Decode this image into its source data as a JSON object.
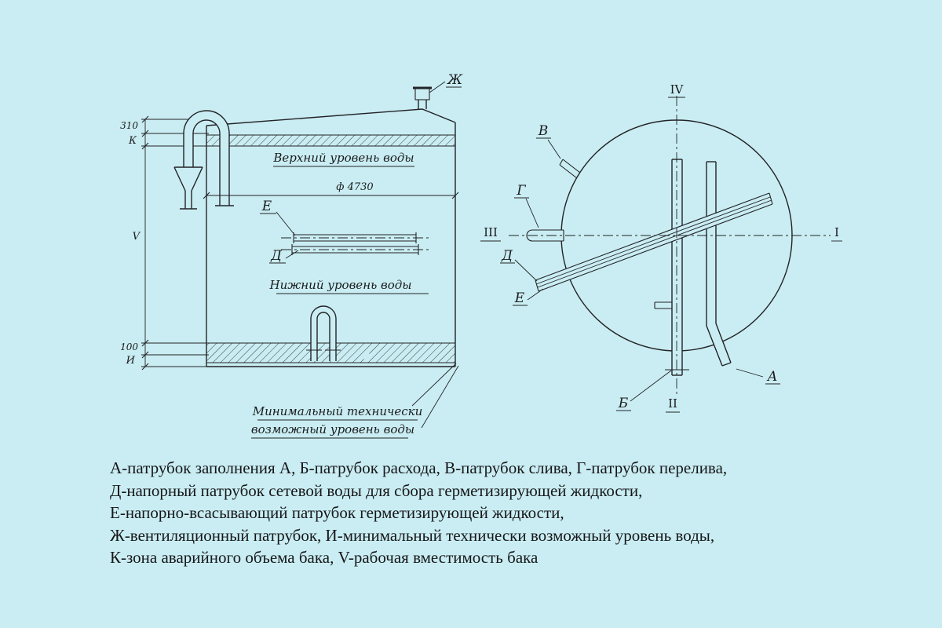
{
  "page": {
    "background": "#c9edf2",
    "ink": "#1f1f22"
  },
  "elevation_view": {
    "vent_label": "Ж",
    "dim_top": "310",
    "zone_label": "К",
    "volume_label": "V",
    "dim_bottom": "100",
    "min_level_letter": "И",
    "upper_water_level": "Верхний уровень воды",
    "diameter_dim": "ф 4730",
    "pipe_e_label": "Е",
    "pipe_d_label": "Д",
    "lower_water_level": "Нижний уровень воды",
    "min_level_caption_line1": "Минимальный технически",
    "min_level_caption_line2": "возможный уровень воды"
  },
  "plan_view": {
    "drain_label": "В",
    "overflow_label": "Г",
    "pressure_label": "Д",
    "suction_label": "Е",
    "outflow_label": "Б",
    "fill_label": "А",
    "axis_top": "IV",
    "axis_left": "III",
    "axis_right": "I",
    "axis_bottom": "II"
  },
  "legend": {
    "lines": [
      "А-патрубок заполнения А, Б-патрубок расхода, В-патрубок слива, Г-патрубок перелива,",
      "Д-напорный патрубок сетевой воды для сбора герметизирующей жидкости,",
      "Е-напорно-всасывающий патрубок герметизирующей жидкости,",
      "Ж-вентиляционный патрубок, И-минимальный технически возможный уровень воды,",
      "К-зона аварийного объема бака, V-рабочая вместимость бака"
    ]
  }
}
